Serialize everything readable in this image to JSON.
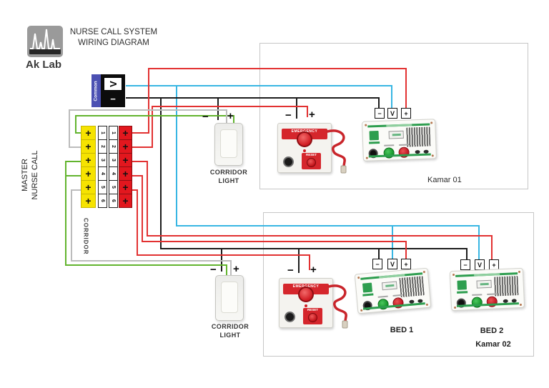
{
  "header": {
    "logo_text": "Ak Lab",
    "title_line1": "NURSE CALL SYSTEM",
    "title_line2": "WIRING DIAGRAM"
  },
  "master_label": {
    "line1": "MASTER",
    "line2": "NURSE CALL"
  },
  "common_block": {
    "label": "Common",
    "v": "V",
    "minus": "−"
  },
  "symbols": {
    "plus": "+",
    "minus": "−",
    "v": "V"
  },
  "terminal_block": {
    "corridor_label": "CORRIDOR",
    "numbers": [
      "1",
      "2",
      "3",
      "4",
      "5",
      "6"
    ]
  },
  "rooms": {
    "room1": "Kamar 01",
    "room2": "Kamar 02"
  },
  "corridor_light": {
    "line1": "CORRIDOR",
    "line2": "LIGHT"
  },
  "emergency": {
    "banner": "EMERGENCY",
    "reset": "RESET"
  },
  "beds": {
    "bed1": "BED 1",
    "bed2": "BED 2"
  },
  "colors": {
    "wire_red": "#e23131",
    "wire_blue": "#38b6e3",
    "wire_green": "#62b42e",
    "wire_black": "#1c1c1c",
    "wire_gray": "#bcbcbc",
    "terminal_yellow": "#f6e300",
    "terminal_red": "#e2171e",
    "panel_green": "#2e9e4f",
    "emergency_red": "#d5262c",
    "common_blue": "#4b50b2"
  }
}
